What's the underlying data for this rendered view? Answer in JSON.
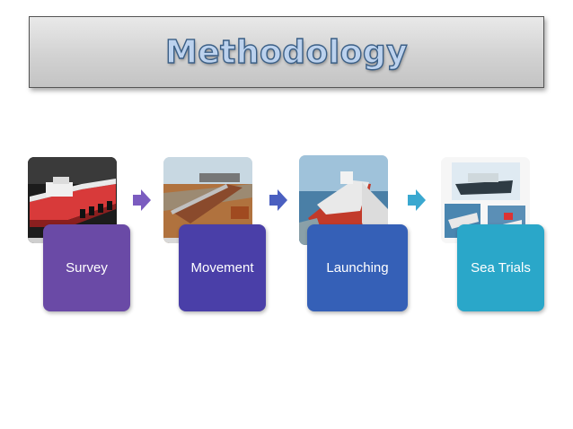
{
  "title": "Methodology",
  "steps": [
    {
      "label": "Survey",
      "color": "#6a4aa6"
    },
    {
      "label": "Movement",
      "color": "#4a3fa8"
    },
    {
      "label": "Launching",
      "color": "#3560b7"
    },
    {
      "label": "Sea Trials",
      "color": "#2aa7c9"
    }
  ]
}
